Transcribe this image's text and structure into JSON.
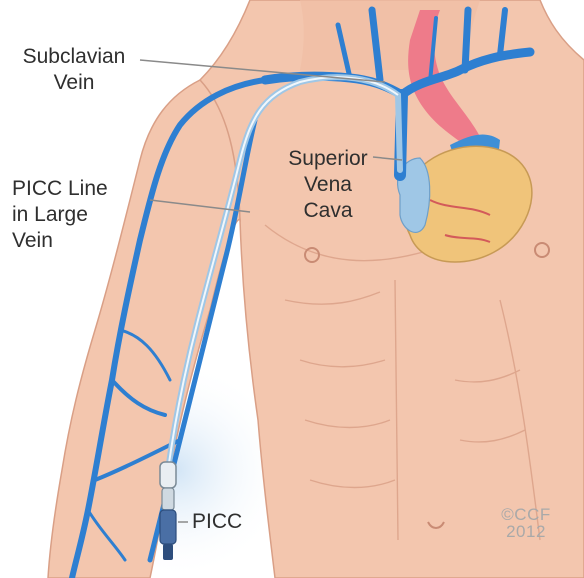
{
  "labels": {
    "subclavian": "Subclavian\nVein",
    "picc_line": "PICC Line\nin Large\nVein",
    "svc": "Superior\nVena\nCava",
    "picc": "PICC"
  },
  "watermark": {
    "owner": "©CCF",
    "year": "2012"
  },
  "colors": {
    "skin": "#f3c6ae",
    "skin_shadow": "#d99f86",
    "vein": "#2e7fd1",
    "catheter": "#9fc7e6",
    "heart": "#f0b7a0",
    "aorta": "#ee7b8a",
    "leader_line": "#8a8a8a"
  },
  "icons": [
    "picc-catheter-hub-icon"
  ]
}
